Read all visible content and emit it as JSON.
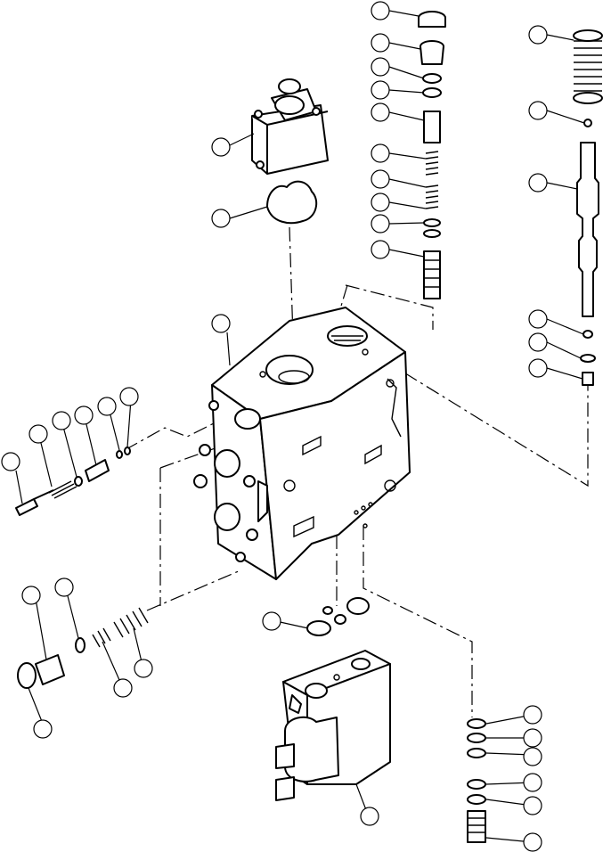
{
  "diagram": {
    "kind": "exploded-parts-view",
    "callouts": [
      {
        "id": "callout-top-1",
        "label": ""
      },
      {
        "id": "callout-top-2",
        "label": ""
      },
      {
        "id": "callout-top-3",
        "label": ""
      },
      {
        "id": "callout-top-4",
        "label": ""
      },
      {
        "id": "callout-top-5",
        "label": ""
      },
      {
        "id": "callout-top-6",
        "label": ""
      },
      {
        "id": "callout-top-7",
        "label": ""
      },
      {
        "id": "callout-top-8",
        "label": ""
      },
      {
        "id": "callout-top-9",
        "label": ""
      },
      {
        "id": "callout-top-10",
        "label": ""
      },
      {
        "id": "callout-spring-top",
        "label": ""
      },
      {
        "id": "callout-spring-seat",
        "label": ""
      },
      {
        "id": "callout-spool",
        "label": ""
      },
      {
        "id": "callout-spool-nut",
        "label": ""
      },
      {
        "id": "callout-spool-washer",
        "label": ""
      },
      {
        "id": "callout-spool-end",
        "label": ""
      },
      {
        "id": "callout-cover",
        "label": ""
      },
      {
        "id": "callout-cover-gasket",
        "label": ""
      },
      {
        "id": "callout-valve-body",
        "label": ""
      },
      {
        "id": "callout-left-1",
        "label": ""
      },
      {
        "id": "callout-left-2",
        "label": ""
      },
      {
        "id": "callout-left-3",
        "label": ""
      },
      {
        "id": "callout-left-4",
        "label": ""
      },
      {
        "id": "callout-left-5",
        "label": ""
      },
      {
        "id": "callout-left-6",
        "label": ""
      },
      {
        "id": "callout-lower-1",
        "label": ""
      },
      {
        "id": "callout-lower-2",
        "label": ""
      },
      {
        "id": "callout-lower-3",
        "label": ""
      },
      {
        "id": "callout-lower-4",
        "label": ""
      },
      {
        "id": "callout-lower-5",
        "label": ""
      },
      {
        "id": "callout-orings",
        "label": ""
      },
      {
        "id": "callout-solenoid",
        "label": ""
      },
      {
        "id": "callout-right-1",
        "label": ""
      },
      {
        "id": "callout-right-2",
        "label": ""
      },
      {
        "id": "callout-right-3",
        "label": ""
      },
      {
        "id": "callout-right-4",
        "label": ""
      },
      {
        "id": "callout-right-5",
        "label": ""
      },
      {
        "id": "callout-right-6",
        "label": ""
      }
    ]
  }
}
